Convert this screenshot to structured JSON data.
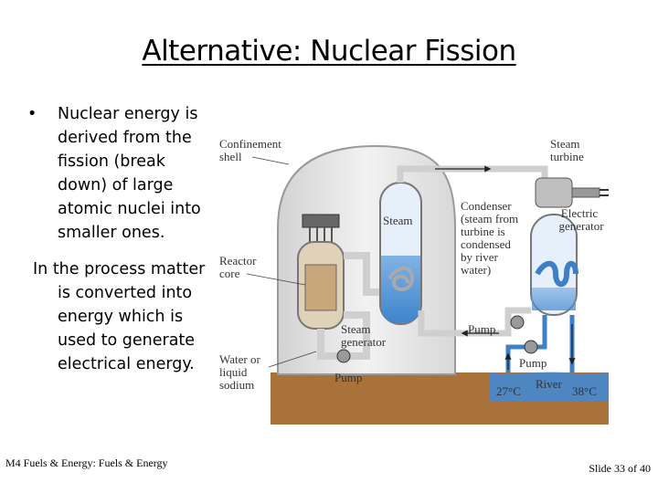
{
  "slide": {
    "title": "Alternative: Nuclear Fission",
    "bullet_symbol": "•",
    "bullet_text": "Nuclear energy is derived from the fission (break down) of large atomic nuclei into smaller ones.",
    "para2_first": "In the process matter",
    "para2_rest": "is converted into energy which is used to generate electrical energy.",
    "footer_left": "M4 Fuels & Energy: Fuels & Energy",
    "footer_right": "Slide 33 of 40"
  },
  "diagram": {
    "labels": {
      "confinement_1": "Confinement",
      "confinement_2": "shell",
      "reactor_1": "Reactor",
      "reactor_2": "core",
      "water_1": "Water or",
      "water_2": "liquid",
      "water_3": "sodium",
      "pump_left": "Pump",
      "steam_gen_1": "Steam",
      "steam_gen_2": "generator",
      "steam": "Steam",
      "condenser_1": "Condenser",
      "condenser_2": "(steam from",
      "condenser_3": "turbine is",
      "condenser_4": "condensed",
      "condenser_5": "by river",
      "condenser_6": "water)",
      "turbine_1": "Steam",
      "turbine_2": "turbine",
      "generator_1": "Electric",
      "generator_2": "generator",
      "pump_mid": "Pump",
      "pump_right": "Pump",
      "river": "River",
      "temp_in": "27°C",
      "temp_out": "38°C"
    },
    "colors": {
      "shell": "#e8e8e8",
      "pipe": "#d8d8d8",
      "water": "#4a8fd4",
      "river": "#b07838",
      "arrow": "#222222"
    }
  }
}
